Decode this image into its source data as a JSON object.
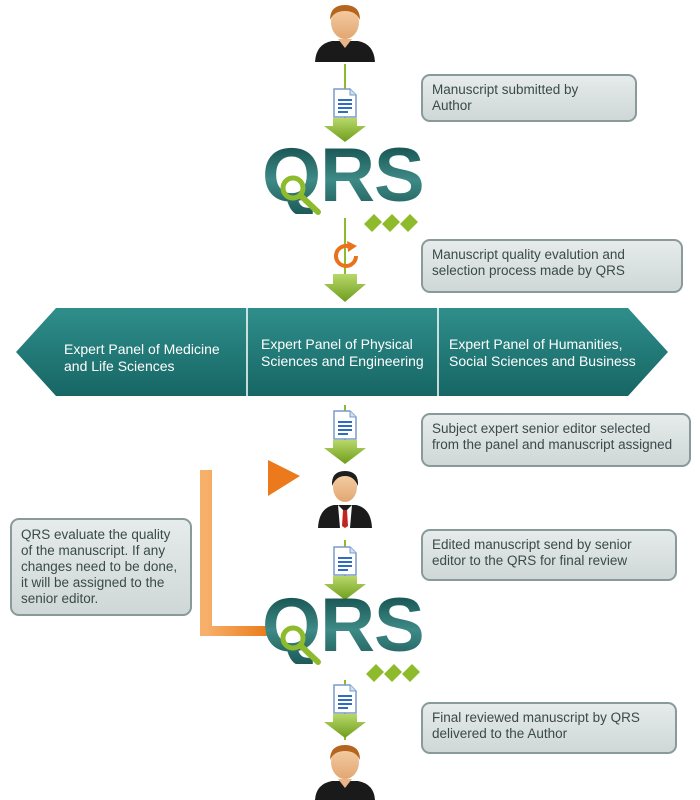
{
  "logo_text": "QRS",
  "notes": {
    "submitted": [
      "Manuscript submitted by",
      "Author"
    ],
    "evaluation": [
      "Manuscript quality evalution and",
      "selection process made by QRS"
    ],
    "assigned": [
      "Subject expert senior editor selected",
      "from the panel and manuscript assigned"
    ],
    "edited": [
      "Edited manuscript send by senior",
      "editor to the QRS for final review"
    ],
    "final": [
      "Final reviewed manuscript by QRS",
      "delivered to the Author"
    ],
    "loop": [
      "QRS evaluate the quality",
      "of the manuscript. If any",
      "changes need to be done,",
      "it will be assigned to the",
      "senior editor."
    ]
  },
  "panels": [
    [
      "Expert Panel of Medicine",
      "and Life Sciences"
    ],
    [
      "Expert Panel of Physical",
      "Sciences and Engineering"
    ],
    [
      "Expert Panel of Humanities,",
      "Social Sciences and Business"
    ]
  ],
  "colors": {
    "panel": "#1f7d7b",
    "arrow_green": "#8dbb2c",
    "loop_orange": "#f08a28",
    "note_border": "#8a9a9b"
  }
}
